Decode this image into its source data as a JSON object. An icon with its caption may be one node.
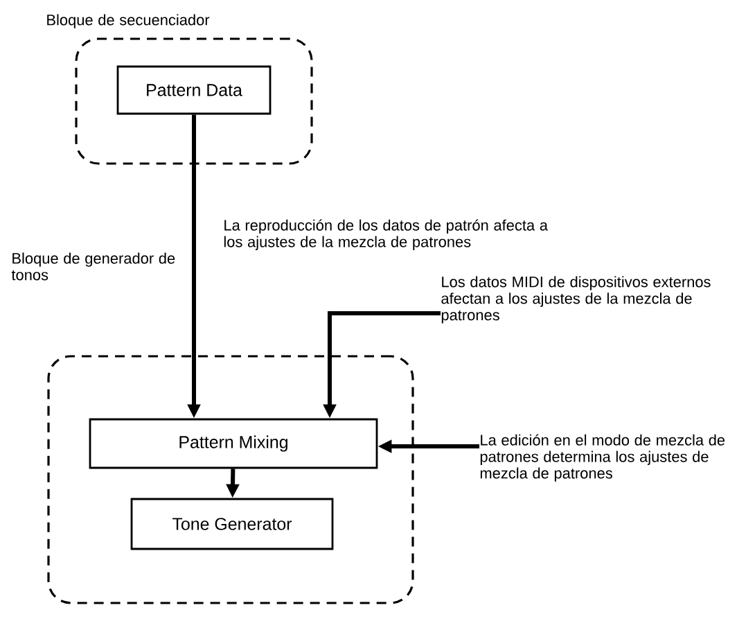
{
  "diagram": {
    "nodes": [
      {
        "text": [
          "Bloque de secuenciador"
        ]
      },
      {
        "text": [
          "Pattern Data"
        ],
        "in": 0
      },
      {
        "text": [
          "Bloque de generador de tonos"
        ]
      },
      {
        "text": [
          "Pattern Mixing"
        ],
        "in": 2
      },
      {
        "text": [
          "Tone Generator"
        ],
        "in": 2
      },
      {
        "text": [
          "Los datos MIDI de dispositivos externos afectan a los ajustes de la mezcla de patrones"
        ]
      },
      {
        "text": [
          "La edición en el modo de mezcla de patrones determina los ajustes de mezcla de patrones"
        ]
      }
    ],
    "edges": [
      {
        "from": 1,
        "to": 3,
        "arrow": "to",
        "label": "La reproducción de los datos de patrón afecta a los ajustes de la mezcla de patrones"
      },
      {
        "from": 5,
        "to": 3,
        "arrow": "to"
      },
      {
        "from": 6,
        "to": 3,
        "arrow": "to"
      },
      {
        "from": 3,
        "to": 4,
        "arrow": "to"
      }
    ]
  }
}
